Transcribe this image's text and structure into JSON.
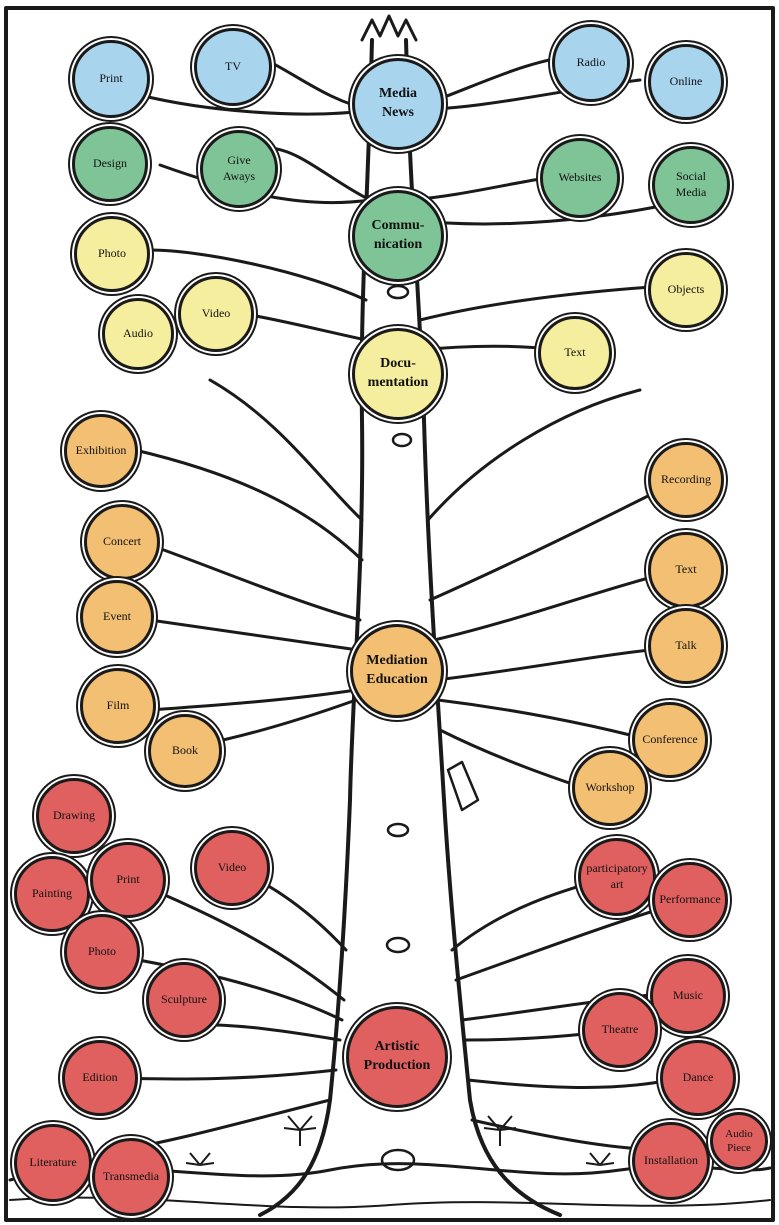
{
  "colors": {
    "media": "#a9d4ee",
    "communication": "#7fc497",
    "documentation": "#f5ee9e",
    "mediation": "#f3bf73",
    "artistic": "#e06060",
    "ink": "#1a1a1a"
  },
  "hubs": {
    "media_news": "Media\nNews",
    "communication": "Commu-\nnication",
    "documentation": "Docu-\nmentation",
    "mediation_education": "Mediation\nEducation",
    "artistic_production": "Artistic\nProduction"
  },
  "media": {
    "print": "Print",
    "tv": "TV",
    "radio": "Radio",
    "online": "Online"
  },
  "communication": {
    "design": "Design",
    "give_aways": "Give\nAways",
    "websites": "Websites",
    "social_media": "Social\nMedia"
  },
  "documentation": {
    "photo": "Photo",
    "video": "Video",
    "audio": "Audio",
    "objects": "Objects",
    "text": "Text"
  },
  "mediation": {
    "exhibition": "Exhibition",
    "concert": "Concert",
    "event": "Event",
    "film": "Film",
    "book": "Book",
    "recording": "Recording",
    "text": "Text",
    "talk": "Talk",
    "conference": "Conference",
    "workshop": "Workshop"
  },
  "artistic": {
    "drawing": "Drawing",
    "painting": "Painting",
    "print": "Print",
    "video": "Video",
    "photo": "Photo",
    "sculpture": "Sculpture",
    "edition": "Edition",
    "literature": "Literature",
    "transmedia": "Transmedia",
    "participatory_art": "participatory\nart",
    "performance": "Performance",
    "music": "Music",
    "theatre": "Theatre",
    "dance": "Dance",
    "installation": "Installation",
    "audio_piece": "Audio\nPiece"
  }
}
